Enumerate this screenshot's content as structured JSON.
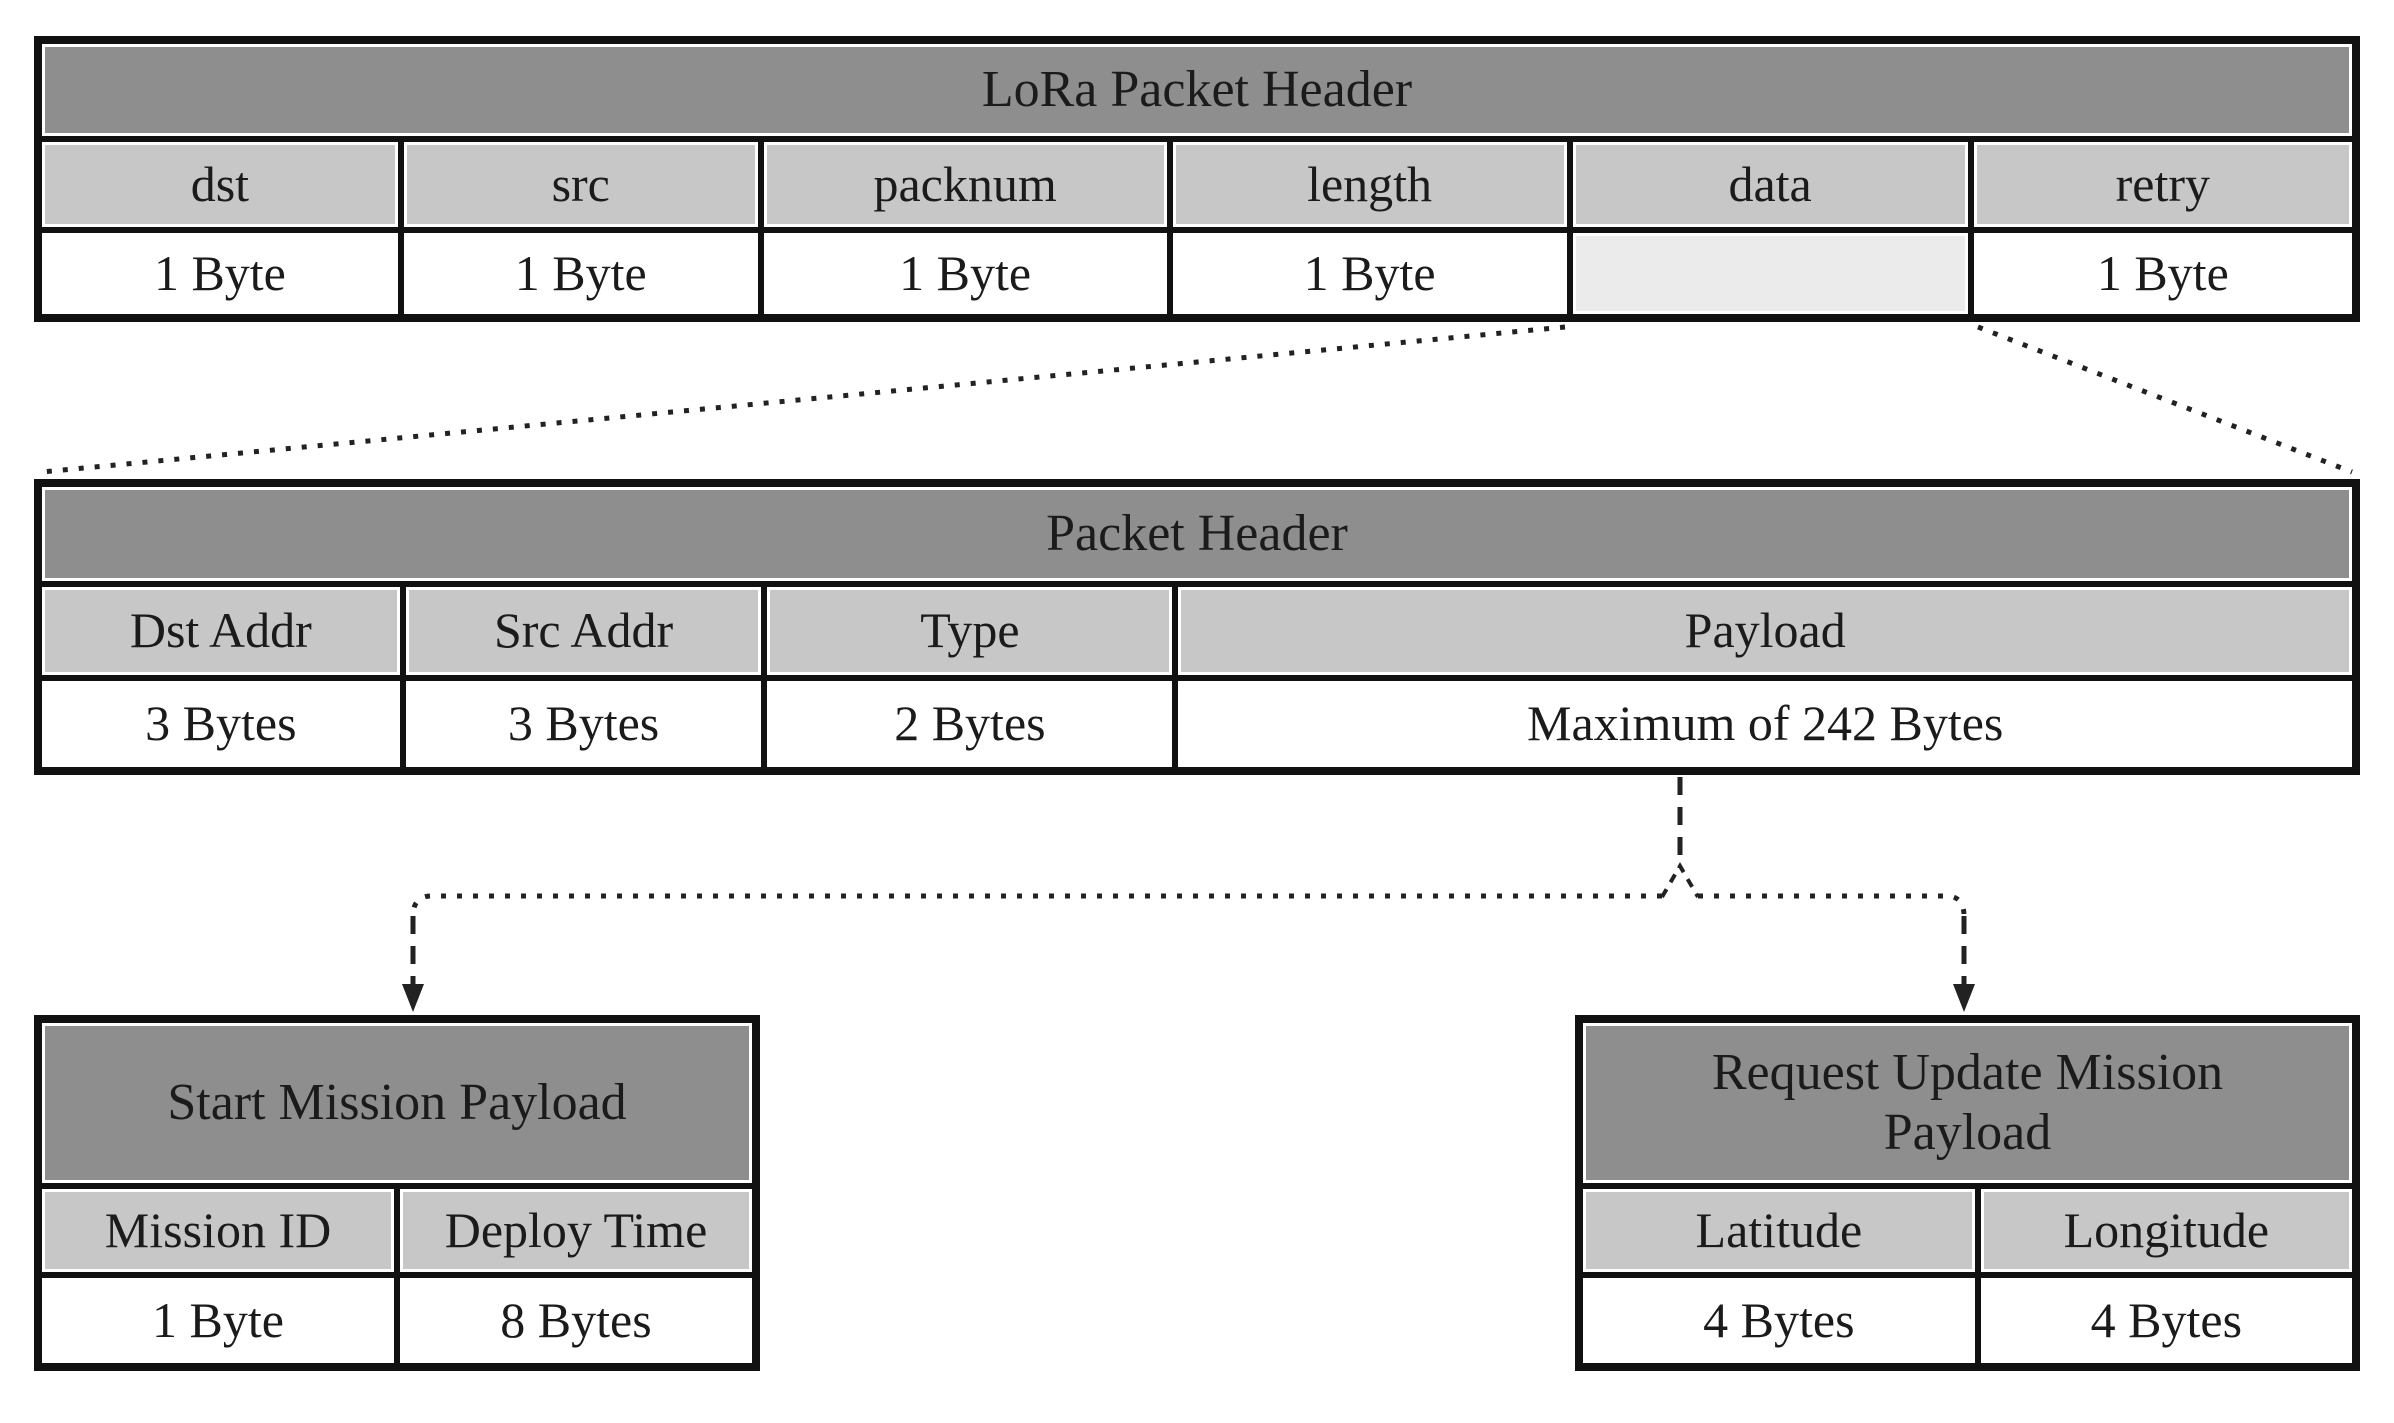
{
  "colors": {
    "page_bg": "#ffffff",
    "title_row_bg": "#8e8e8e",
    "header_row_bg": "#c7c7c7",
    "empty_data_cell_bg": "#ebebeb",
    "grid_line": "#111111",
    "connector": "#222222",
    "text": "#1b1b1b"
  },
  "tables": {
    "lora_packet_header": {
      "title": "LoRa Packet Header",
      "fields": [
        {
          "label": "dst",
          "size": "1 Byte"
        },
        {
          "label": "src",
          "size": "1 Byte"
        },
        {
          "label": "packnum",
          "size": "1 Byte"
        },
        {
          "label": "length",
          "size": "1 Byte"
        },
        {
          "label": "data",
          "size": ""
        },
        {
          "label": "retry",
          "size": "1 Byte"
        }
      ]
    },
    "packet_header": {
      "title": "Packet Header",
      "fields": [
        {
          "label": "Dst Addr",
          "size": "3 Bytes"
        },
        {
          "label": "Src Addr",
          "size": "3 Bytes"
        },
        {
          "label": "Type",
          "size": "2 Bytes"
        },
        {
          "label": "Payload",
          "size": "Maximum of 242 Bytes"
        }
      ]
    },
    "start_mission_payload": {
      "title": "Start Mission Payload",
      "fields": [
        {
          "label": "Mission ID",
          "size": "1 Byte"
        },
        {
          "label": "Deploy Time",
          "size": "8 Bytes"
        }
      ]
    },
    "request_update_mission_payload": {
      "title": "Request Update Mission Payload",
      "fields": [
        {
          "label": "Latitude",
          "size": "4 Bytes"
        },
        {
          "label": "Longitude",
          "size": "4 Bytes"
        }
      ]
    }
  }
}
